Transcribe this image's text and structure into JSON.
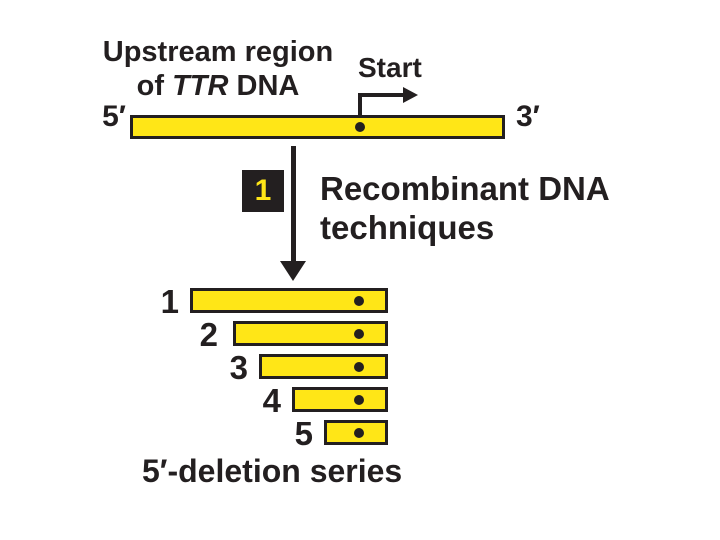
{
  "colors": {
    "bar_fill": "#FFE617",
    "ink": "#231F20",
    "background": "#FFFFFF",
    "badge_background": "#231F20",
    "badge_text": "#FFE617"
  },
  "header": {
    "line1": "Upstream region",
    "line2_prefix": "of ",
    "gene": "TTR",
    "line2_suffix": " DNA"
  },
  "main_bar": {
    "five_prime": "5′",
    "three_prime": "3′",
    "start_label": "Start"
  },
  "step": {
    "number": "1",
    "label_line1": "Recombinant DNA",
    "label_line2": "techniques"
  },
  "series": {
    "rows": [
      {
        "number": "1"
      },
      {
        "number": "2"
      },
      {
        "number": "3"
      },
      {
        "number": "4"
      },
      {
        "number": "5"
      }
    ],
    "caption": "5′-deletion series"
  }
}
